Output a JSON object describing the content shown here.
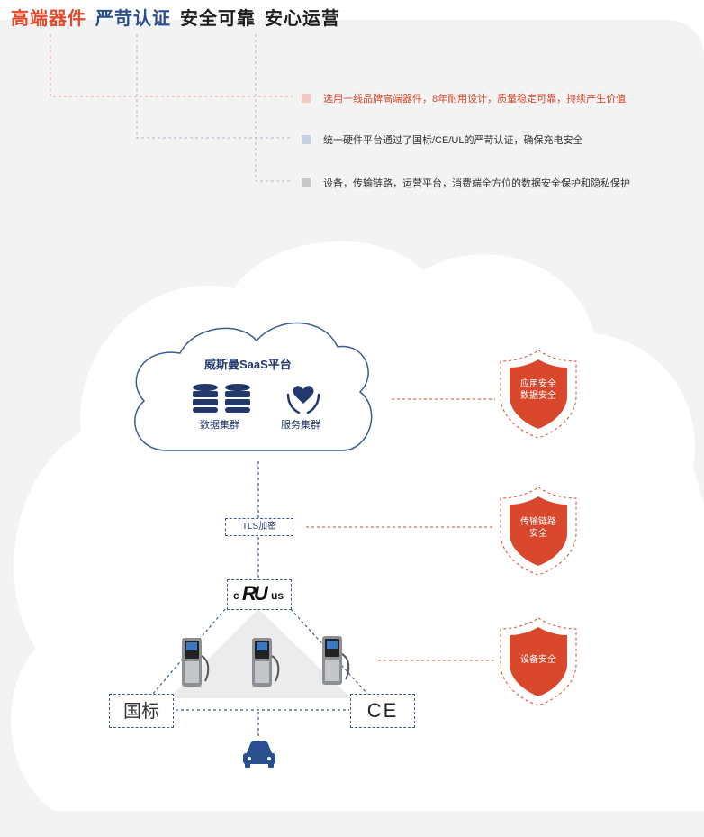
{
  "header": {
    "t1": "高端器件",
    "t2": "严苛认证",
    "t3": "安全可靠",
    "t4": "安心运营",
    "colors": {
      "t1": "#e24a2c",
      "t2": "#2a4f8e",
      "t3": "#1f1f1f",
      "t4": "#1f1f1f"
    }
  },
  "features": [
    {
      "text": "选用一线品牌高端器件，8年耐用设计，质量稳定可靠，持续产生价值",
      "color": "#d9472c",
      "square": "#f4c9c0"
    },
    {
      "text": "统一硬件平台通过了国标/CE/UL的严苛认证，确保充电安全",
      "color": "#333333",
      "square": "#c7d0e0"
    },
    {
      "text": "设备，传输链路，运营平台，消费端全方位的数据安全保护和隐私保护",
      "color": "#333333",
      "square": "#c8c8c8"
    }
  ],
  "cloud": {
    "title": "威斯曼SaaS平台",
    "db_label": "数据集群",
    "service_label": "服务集群"
  },
  "tls_label": "TLS加密",
  "cert": {
    "ul_c": "c",
    "ul_mark": "RU",
    "ul_us": "us",
    "gb": "国标",
    "ce": "CE"
  },
  "shields": [
    {
      "line1": "应用安全",
      "line2": "数据安全"
    },
    {
      "line1": "传输链路",
      "line2": "安全"
    },
    {
      "line1": "设备安全",
      "line2": ""
    }
  ],
  "icons": [
    "database-icon",
    "heart-hands-icon",
    "charger-icon",
    "car-icon",
    "shield-icon",
    "ul-mark-icon",
    "ce-mark-icon"
  ]
}
